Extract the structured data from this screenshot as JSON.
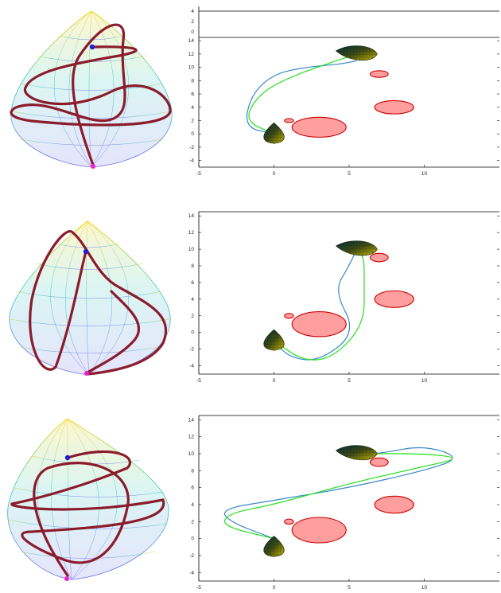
{
  "colors": {
    "path": "#8b1c2c",
    "blue_traj": "#3a88c8",
    "green_traj": "#22e01b",
    "obstacle_fill": "#ff9e9e",
    "obstacle_edge": "#cc0000",
    "start_dot": "#1a22cc",
    "end_dot": "#ee22cc",
    "mesh_top": "#f2d400",
    "mesh_mid": "#38c8c0",
    "mesh_bottom": "#7070ee"
  },
  "icons": [
    "teardrop-mesh-surface",
    "pear-shaped-wireframe"
  ],
  "chart_data": [
    {
      "type": "line",
      "title": "",
      "xlabel": "",
      "ylabel": "",
      "xlim": [
        -5,
        15
      ],
      "ylim": [
        -5,
        14
      ],
      "x_ticks": [
        "-5",
        "0",
        "5",
        "10"
      ],
      "y_ticks": [
        "-4",
        "-2",
        "0",
        "2",
        "4",
        "6",
        "8",
        "10",
        "12",
        "14"
      ],
      "extra_y_ticks": [
        "0",
        "2",
        "4"
      ],
      "obstacles": [
        {
          "cx": 3,
          "cy": 1,
          "rx": 1.8,
          "ry": 1.5
        },
        {
          "cx": 8,
          "cy": 4,
          "rx": 1.3,
          "ry": 1
        },
        {
          "cx": 7,
          "cy": 9,
          "rx": 0.6,
          "ry": 0.5
        },
        {
          "cx": 1,
          "cy": 2,
          "rx": 0.3,
          "ry": 0.3
        }
      ],
      "start": {
        "x": 0,
        "y": 0
      },
      "goal": {
        "x": 5.5,
        "y": 12
      },
      "series": [
        {
          "color": "#3a88c8",
          "points": [
            [
              0,
              0
            ],
            [
              -2,
              1
            ],
            [
              -1.5,
              6
            ],
            [
              0,
              9
            ],
            [
              2,
              10
            ],
            [
              4.5,
              10.5
            ],
            [
              5.5,
              11
            ]
          ]
        },
        {
          "color": "#22e01b",
          "points": [
            [
              0,
              0
            ],
            [
              -2,
              2
            ],
            [
              -1,
              6
            ],
            [
              1,
              8.5
            ],
            [
              3.5,
              10.5
            ],
            [
              5.5,
              12
            ]
          ]
        }
      ]
    },
    {
      "type": "line",
      "title": "",
      "xlabel": "",
      "ylabel": "",
      "xlim": [
        -5,
        15
      ],
      "ylim": [
        -5,
        14
      ],
      "x_ticks": [
        "-5",
        "0",
        "5",
        "10"
      ],
      "y_ticks": [
        "-4",
        "-2",
        "0",
        "2",
        "4",
        "6",
        "8",
        "10",
        "12",
        "14"
      ],
      "obstacles": [
        {
          "cx": 3,
          "cy": 1,
          "rx": 1.8,
          "ry": 1.5
        },
        {
          "cx": 8,
          "cy": 4,
          "rx": 1.3,
          "ry": 1
        },
        {
          "cx": 7,
          "cy": 9,
          "rx": 0.6,
          "ry": 0.5
        },
        {
          "cx": 1,
          "cy": 2,
          "rx": 0.3,
          "ry": 0.3
        }
      ],
      "start": {
        "x": 0,
        "y": -1
      },
      "goal": {
        "x": 5.5,
        "y": 10
      },
      "series": [
        {
          "color": "#3a88c8",
          "points": [
            [
              0,
              -1
            ],
            [
              1,
              -3
            ],
            [
              3,
              -3.5
            ],
            [
              5.5,
              0
            ],
            [
              4,
              5
            ],
            [
              5,
              8
            ],
            [
              5.5,
              10
            ]
          ]
        },
        {
          "color": "#22e01b",
          "points": [
            [
              0,
              -1
            ],
            [
              2,
              -3.5
            ],
            [
              4,
              -3
            ],
            [
              6,
              1
            ],
            [
              6,
              6
            ],
            [
              6,
              9
            ],
            [
              5.5,
              10
            ]
          ]
        }
      ]
    },
    {
      "type": "line",
      "title": "",
      "xlabel": "",
      "ylabel": "",
      "xlim": [
        -5,
        15
      ],
      "ylim": [
        -5,
        14
      ],
      "x_ticks": [
        "-5",
        "0",
        "5",
        "10"
      ],
      "y_ticks": [
        "-4",
        "-2",
        "0",
        "2",
        "4",
        "6",
        "8",
        "10",
        "12",
        "14"
      ],
      "obstacles": [
        {
          "cx": 3,
          "cy": 1,
          "rx": 1.8,
          "ry": 1.5
        },
        {
          "cx": 8,
          "cy": 4,
          "rx": 1.3,
          "ry": 1
        },
        {
          "cx": 7,
          "cy": 9,
          "rx": 0.6,
          "ry": 0.5
        },
        {
          "cx": 1,
          "cy": 2,
          "rx": 0.3,
          "ry": 0.3
        }
      ],
      "start": {
        "x": 0,
        "y": -1
      },
      "goal": {
        "x": 5.5,
        "y": 10
      },
      "series": [
        {
          "color": "#3a88c8",
          "points": [
            [
              0,
              0
            ],
            [
              -3,
              2
            ],
            [
              -3.5,
              3.5
            ],
            [
              0,
              4.5
            ],
            [
              5,
              6
            ],
            [
              10,
              8
            ],
            [
              12.5,
              9.5
            ],
            [
              10,
              11
            ],
            [
              7,
              10
            ],
            [
              5.5,
              10
            ]
          ]
        },
        {
          "color": "#22e01b",
          "points": [
            [
              0,
              0
            ],
            [
              -3.5,
              1.5
            ],
            [
              -3,
              3
            ],
            [
              0,
              4
            ],
            [
              5,
              6.5
            ],
            [
              10,
              8.5
            ],
            [
              12.5,
              9.5
            ],
            [
              10,
              10
            ],
            [
              7,
              10
            ],
            [
              5.5,
              10
            ]
          ]
        }
      ]
    }
  ]
}
